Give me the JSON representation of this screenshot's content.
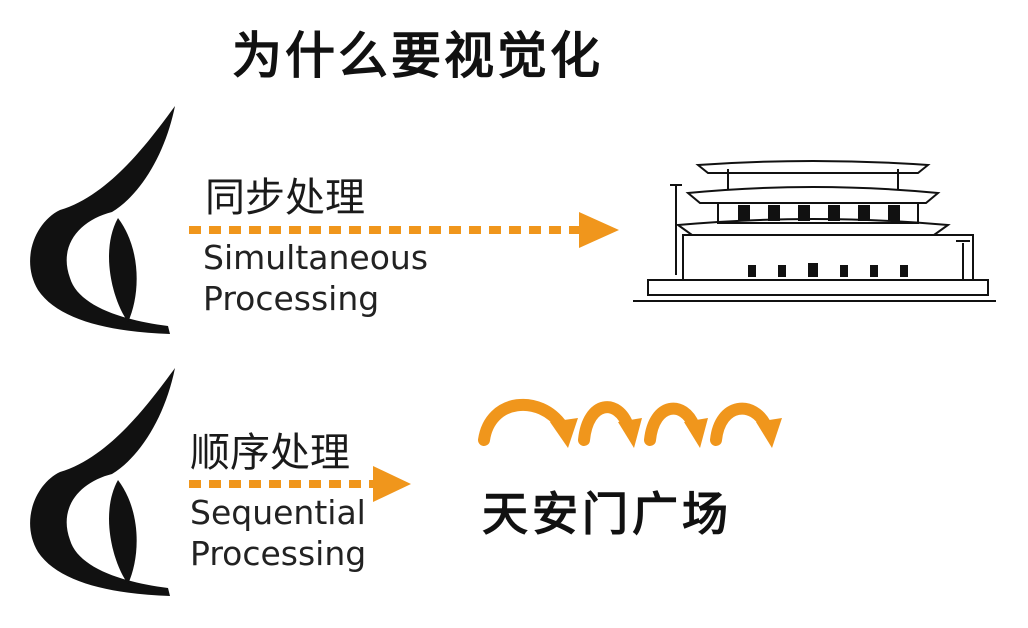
{
  "title": "为什么要视觉化",
  "rows": [
    {
      "zh": "同步处理",
      "en_line1": "Simultaneous",
      "en_line2": "Processing"
    },
    {
      "zh": "顺序处理",
      "en_line1": "Sequential",
      "en_line2": "Processing"
    }
  ],
  "destination_label": "天安门广场",
  "colors": {
    "accent": "#f0961c",
    "ink": "#111111"
  },
  "icons": [
    "eye-icon",
    "dotted-arrow-icon",
    "tiananmen-gate-illustration",
    "hop-arrow-icon"
  ]
}
